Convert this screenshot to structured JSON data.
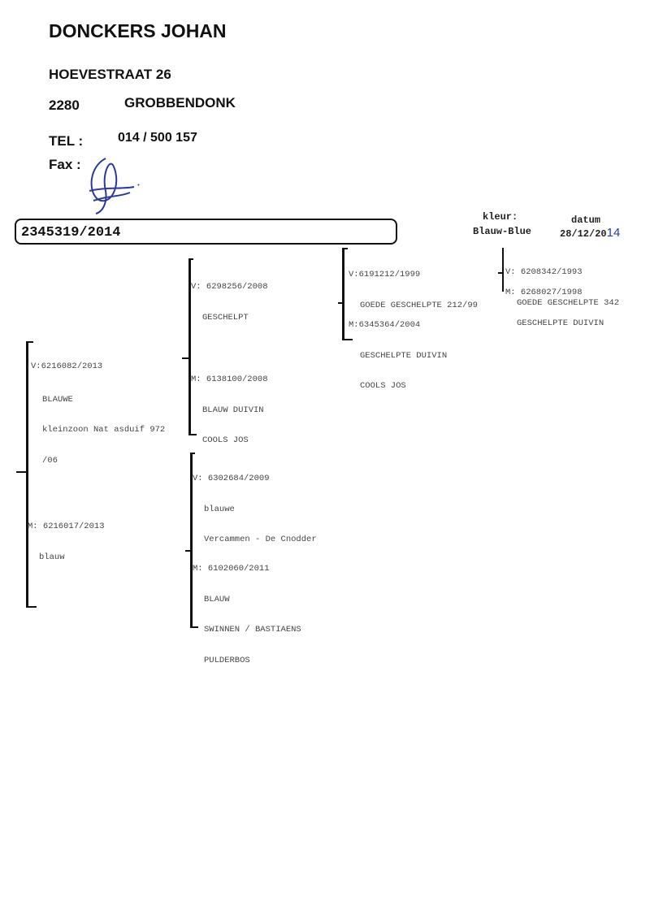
{
  "owner": {
    "name": "DONCKERS JOHAN",
    "street": "HOEVESTRAAT 26",
    "postcode": "2280",
    "city": "GROBBENDONK",
    "tel_label": "TEL :",
    "tel": "014 / 500 157",
    "fax_label": "Fax :"
  },
  "pigeon": {
    "ring": "2345319/2014",
    "color_label": "kleur:",
    "color": "Blauw-Blue",
    "date_label": "datum",
    "date_printed": "28/12/20",
    "date_handwritten": "14"
  },
  "pedigree": {
    "sire": {
      "ring": "V:6216082/2013",
      "lines": [
        "BLAUWE",
        "kleinzoon Nat asduif 972",
        "/06"
      ]
    },
    "dam": {
      "ring": "M: 6216017/2013",
      "lines": [
        "blauw"
      ]
    },
    "ss": {
      "ring": "V: 6298256/2008",
      "lines": [
        "GESCHELPT"
      ]
    },
    "sd": {
      "ring": "M: 6138100/2008",
      "lines": [
        "BLAUW DUIVIN",
        "COOLS JOS"
      ]
    },
    "ds": {
      "ring": "V: 6302684/2009",
      "lines": [
        "blauwe",
        "Vercammen - De Cnodder"
      ]
    },
    "dd": {
      "ring": "M: 6102060/2011",
      "lines": [
        "BLAUW",
        "SWINNEN / BASTIAENS",
        "PULDERBOS"
      ]
    },
    "sss": {
      "ring": "V:6191212/1999",
      "lines": [
        "GOEDE GESCHELPTE 212/99"
      ]
    },
    "ssd": {
      "ring": "M:6345364/2004",
      "lines": [
        "GESCHELPTE DUIVIN",
        "COOLS JOS"
      ]
    },
    "ssss": {
      "ring": "V: 6208342/1993",
      "lines": [
        "GOEDE GESCHELPTE 342"
      ]
    },
    "sssd": {
      "ring": "M: 6268027/1998",
      "lines": [
        "GESCHELPTE DUIVIN"
      ]
    }
  }
}
